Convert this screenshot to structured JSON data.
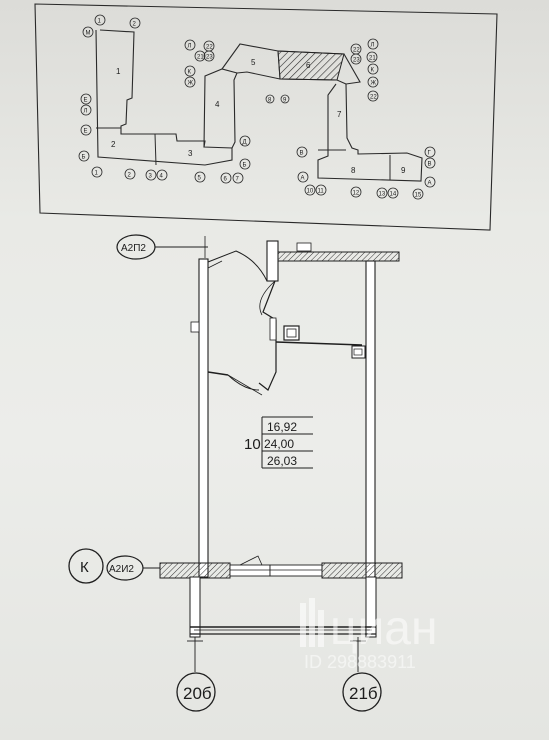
{
  "key_plan": {
    "sections": [
      "1",
      "2",
      "3",
      "4",
      "5",
      "6",
      "7",
      "8",
      "9"
    ],
    "axes": {
      "top": [
        "1",
        "2",
        "22",
        "21",
        "23",
        "22",
        "23",
        "21",
        "22"
      ],
      "left": [
        "М",
        "Л",
        "К",
        "Ж",
        "Е",
        "Б"
      ],
      "right": [
        "Л",
        "К",
        "Ж",
        "Е",
        "Д",
        "Б",
        "Г",
        "В",
        "А"
      ],
      "bottom": [
        "1",
        "2",
        "3",
        "4",
        "5",
        "6",
        "7",
        "8",
        "9",
        "10",
        "11",
        "12",
        "13",
        "14",
        "15"
      ]
    }
  },
  "plan": {
    "label_a2p2": "А2П2",
    "label_k": "К",
    "label_a2i2": "А2И2",
    "apartment_number": "10",
    "areas": [
      "16,92",
      "24,00",
      "26,03"
    ],
    "axis_left": "20б",
    "axis_right": "21б"
  },
  "watermark": {
    "brand": "циан",
    "id_text": "ID 298883911"
  },
  "colors": {
    "line": "#1f1f1f",
    "wall_fill": "#ffffff",
    "hatch": "#2b2b2b"
  }
}
